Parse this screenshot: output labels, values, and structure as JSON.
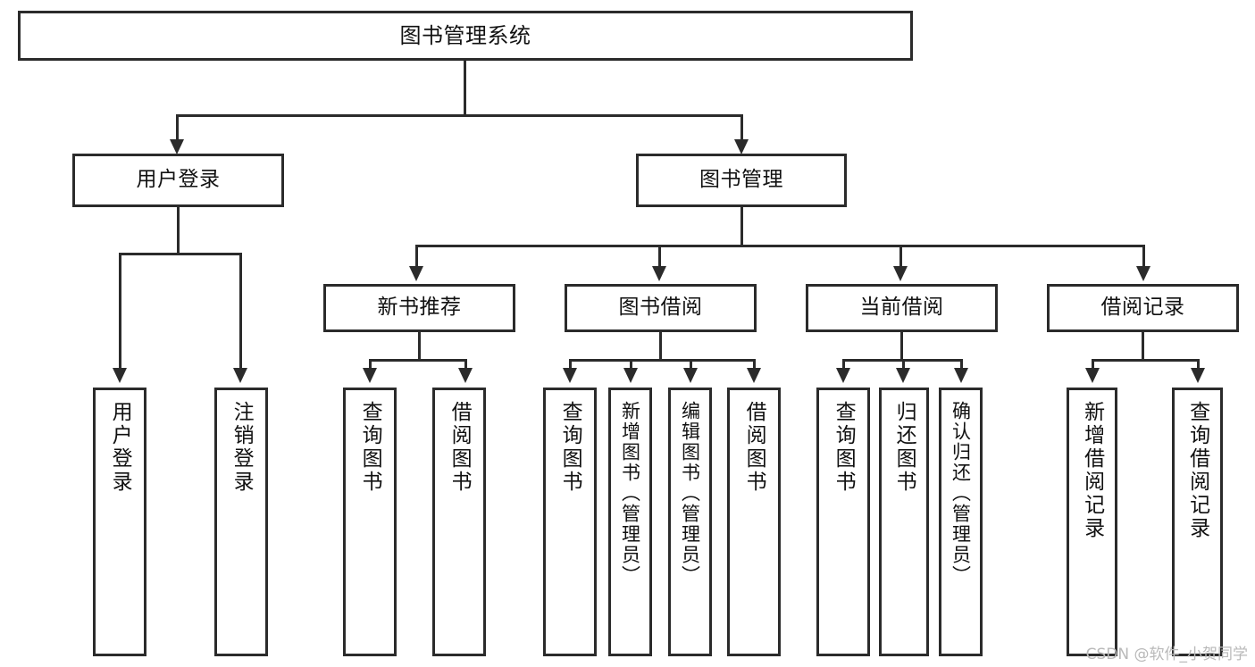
{
  "diagram": {
    "title": "图书管理系统",
    "type": "tree-hierarchy-chart",
    "root": {
      "label": "图书管理系统"
    },
    "level2": [
      {
        "label": "用户登录"
      },
      {
        "label": "图书管理"
      }
    ],
    "level3": [
      {
        "label": "新书推荐"
      },
      {
        "label": "图书借阅"
      },
      {
        "label": "当前借阅"
      },
      {
        "label": "借阅记录"
      }
    ],
    "leaves": {
      "user_login": [
        {
          "label": "用户登录"
        },
        {
          "label": "注销登录"
        }
      ],
      "new_book_recommend": [
        {
          "label": "查询图书"
        },
        {
          "label": "借阅图书"
        }
      ],
      "book_borrow": [
        {
          "label": "查询图书"
        },
        {
          "label": "新增图书（管理员）"
        },
        {
          "label": "编辑图书（管理员）"
        },
        {
          "label": "借阅图书"
        }
      ],
      "current_borrow": [
        {
          "label": "查询图书"
        },
        {
          "label": "归还图书"
        },
        {
          "label": "确认归还（管理员）"
        }
      ],
      "borrow_record": [
        {
          "label": "新增借阅记录"
        },
        {
          "label": "查询借阅记录"
        }
      ]
    }
  },
  "watermark": {
    "text": "CSDN @软件_小贺同学"
  },
  "colors": {
    "stroke": "#2b2b2b",
    "background": "#ffffff",
    "text": "#111111",
    "watermark": "#b9b9b9"
  }
}
